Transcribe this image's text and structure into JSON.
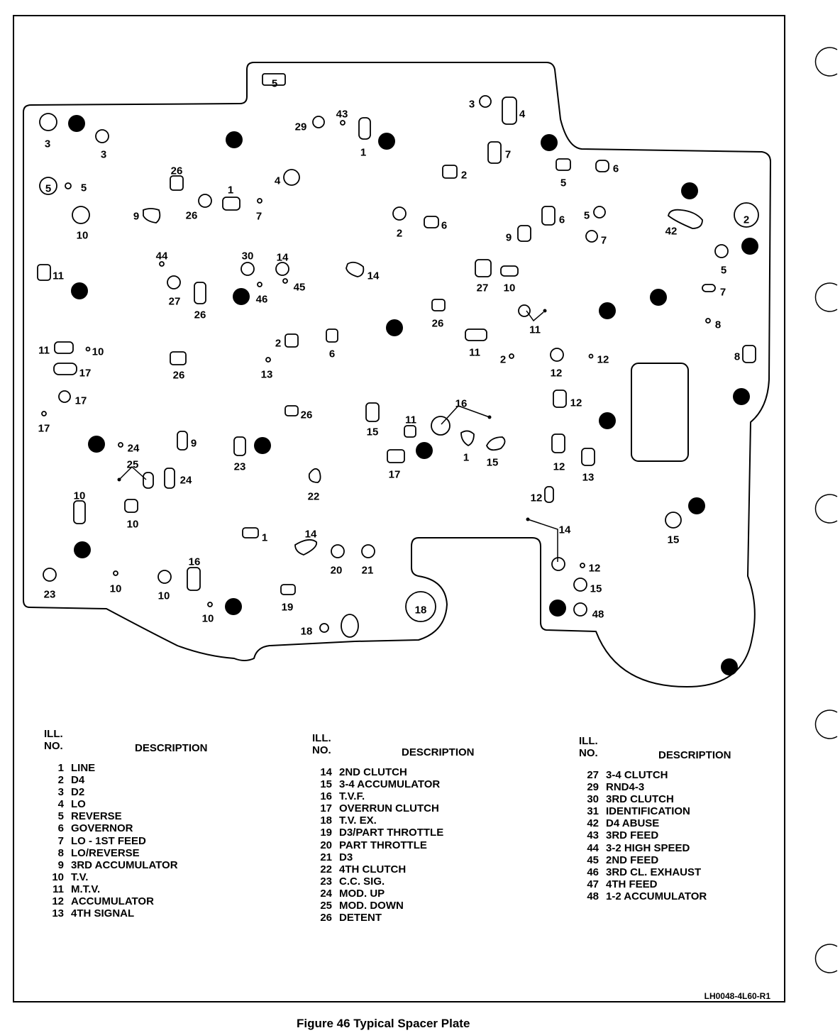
{
  "figure": {
    "caption": "Figure 46 Typical Spacer Plate",
    "ref_code": "LH0048-4L60-R1"
  },
  "plate_labels": [
    "5",
    "3",
    "3",
    "29",
    "43",
    "1",
    "3",
    "4",
    "7",
    "2",
    "5",
    "6",
    "26",
    "4",
    "5",
    "5",
    "1",
    "26",
    "7",
    "9",
    "10",
    "2",
    "6",
    "6",
    "5",
    "2",
    "9",
    "7",
    "42",
    "44",
    "30",
    "14",
    "11",
    "14",
    "27",
    "10",
    "5",
    "27",
    "46",
    "45",
    "26",
    "7",
    "26",
    "11",
    "8",
    "11",
    "10",
    "17",
    "2",
    "6",
    "11",
    "2",
    "12",
    "12",
    "8",
    "26",
    "13",
    "17",
    "17",
    "16",
    "26",
    "11",
    "15",
    "12",
    "24",
    "9",
    "1",
    "15",
    "23",
    "12",
    "13",
    "25",
    "24",
    "22",
    "17",
    "10",
    "12",
    "10",
    "14",
    "1",
    "14",
    "15",
    "20",
    "21",
    "12",
    "16",
    "15",
    "23",
    "10",
    "10",
    "19",
    "10",
    "18",
    "48",
    "18"
  ],
  "legend": {
    "ill_header": "ILL.",
    "no_header": "NO.",
    "desc_header": "DESCRIPTION",
    "columns": [
      [
        {
          "no": "1",
          "desc": "LINE"
        },
        {
          "no": "2",
          "desc": "D4"
        },
        {
          "no": "3",
          "desc": "D2"
        },
        {
          "no": "4",
          "desc": "LO"
        },
        {
          "no": "5",
          "desc": "REVERSE"
        },
        {
          "no": "6",
          "desc": "GOVERNOR"
        },
        {
          "no": "7",
          "desc": "LO - 1ST FEED"
        },
        {
          "no": "8",
          "desc": "LO/REVERSE"
        },
        {
          "no": "9",
          "desc": "3RD ACCUMULATOR"
        },
        {
          "no": "10",
          "desc": "T.V."
        },
        {
          "no": "11",
          "desc": "M.T.V."
        },
        {
          "no": "12",
          "desc": "ACCUMULATOR"
        },
        {
          "no": "13",
          "desc": "4TH SIGNAL"
        }
      ],
      [
        {
          "no": "14",
          "desc": "2ND CLUTCH"
        },
        {
          "no": "15",
          "desc": "3-4 ACCUMULATOR"
        },
        {
          "no": "16",
          "desc": "T.V.F."
        },
        {
          "no": "17",
          "desc": "OVERRUN CLUTCH"
        },
        {
          "no": "18",
          "desc": "T.V. EX."
        },
        {
          "no": "19",
          "desc": "D3/PART THROTTLE"
        },
        {
          "no": "20",
          "desc": "PART THROTTLE"
        },
        {
          "no": "21",
          "desc": "D3"
        },
        {
          "no": "22",
          "desc": "4TH CLUTCH"
        },
        {
          "no": "23",
          "desc": "C.C. SIG."
        },
        {
          "no": "24",
          "desc": "MOD. UP"
        },
        {
          "no": "25",
          "desc": "MOD. DOWN"
        },
        {
          "no": "26",
          "desc": "DETENT"
        }
      ],
      [
        {
          "no": "27",
          "desc": "3-4 CLUTCH"
        },
        {
          "no": "29",
          "desc": "RND4-3"
        },
        {
          "no": "30",
          "desc": "3RD CLUTCH"
        },
        {
          "no": "31",
          "desc": "IDENTIFICATION"
        },
        {
          "no": "42",
          "desc": "D4 ABUSE"
        },
        {
          "no": "43",
          "desc": "3RD FEED"
        },
        {
          "no": "44",
          "desc": "3-2 HIGH SPEED"
        },
        {
          "no": "45",
          "desc": "2ND FEED"
        },
        {
          "no": "46",
          "desc": "3RD CL. EXHAUST"
        },
        {
          "no": "47",
          "desc": "4TH FEED"
        },
        {
          "no": "48",
          "desc": "1-2 ACCUMULATOR"
        }
      ]
    ]
  }
}
